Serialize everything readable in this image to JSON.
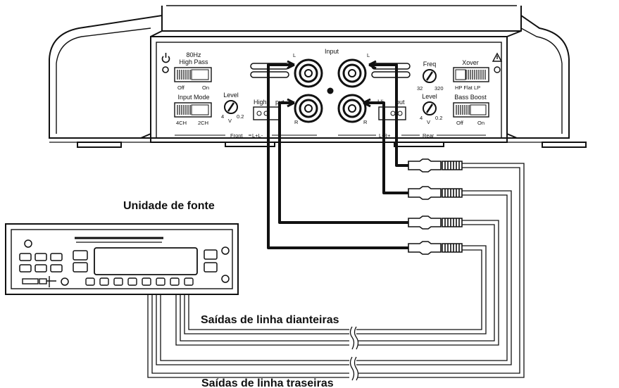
{
  "captions": {
    "source_unit": "Unidade de fonte",
    "front_outputs": "Saídas de linha dianteiras",
    "rear_outputs": "Saídas de linha traseiras"
  },
  "amp": {
    "input_title": "Input",
    "ch_l": "L",
    "ch_r": "R",
    "hp_switch": {
      "title_1": "80Hz",
      "title_2": "High Pass",
      "off": "Off",
      "on": "On"
    },
    "mode_switch": {
      "title": "Input Mode",
      "left": "4CH",
      "right": "2CH"
    },
    "front_level": {
      "title": "Level",
      "min": "4",
      "unit": "V",
      "max": "0.2"
    },
    "front_hi_in": {
      "title_left": "High",
      "title_right": "put",
      "pins": "L+L-",
      "group": "Front"
    },
    "rear_hi_in": {
      "title_left": "Hi",
      "title_right": "put",
      "pins": "L-R+",
      "group": "Rear"
    },
    "freq": {
      "title": "Freq",
      "min": "32",
      "max": "320"
    },
    "rear_level": {
      "title": "Level",
      "min": "4",
      "unit": "V",
      "max": "0.2"
    },
    "xover": {
      "title": "Xover",
      "options": "HP Flat LP"
    },
    "bass_boost": {
      "title": "Bass Boost",
      "off": "Off",
      "on": "On"
    }
  },
  "icons": {
    "power": "power-icon",
    "warning": "warning-icon"
  }
}
